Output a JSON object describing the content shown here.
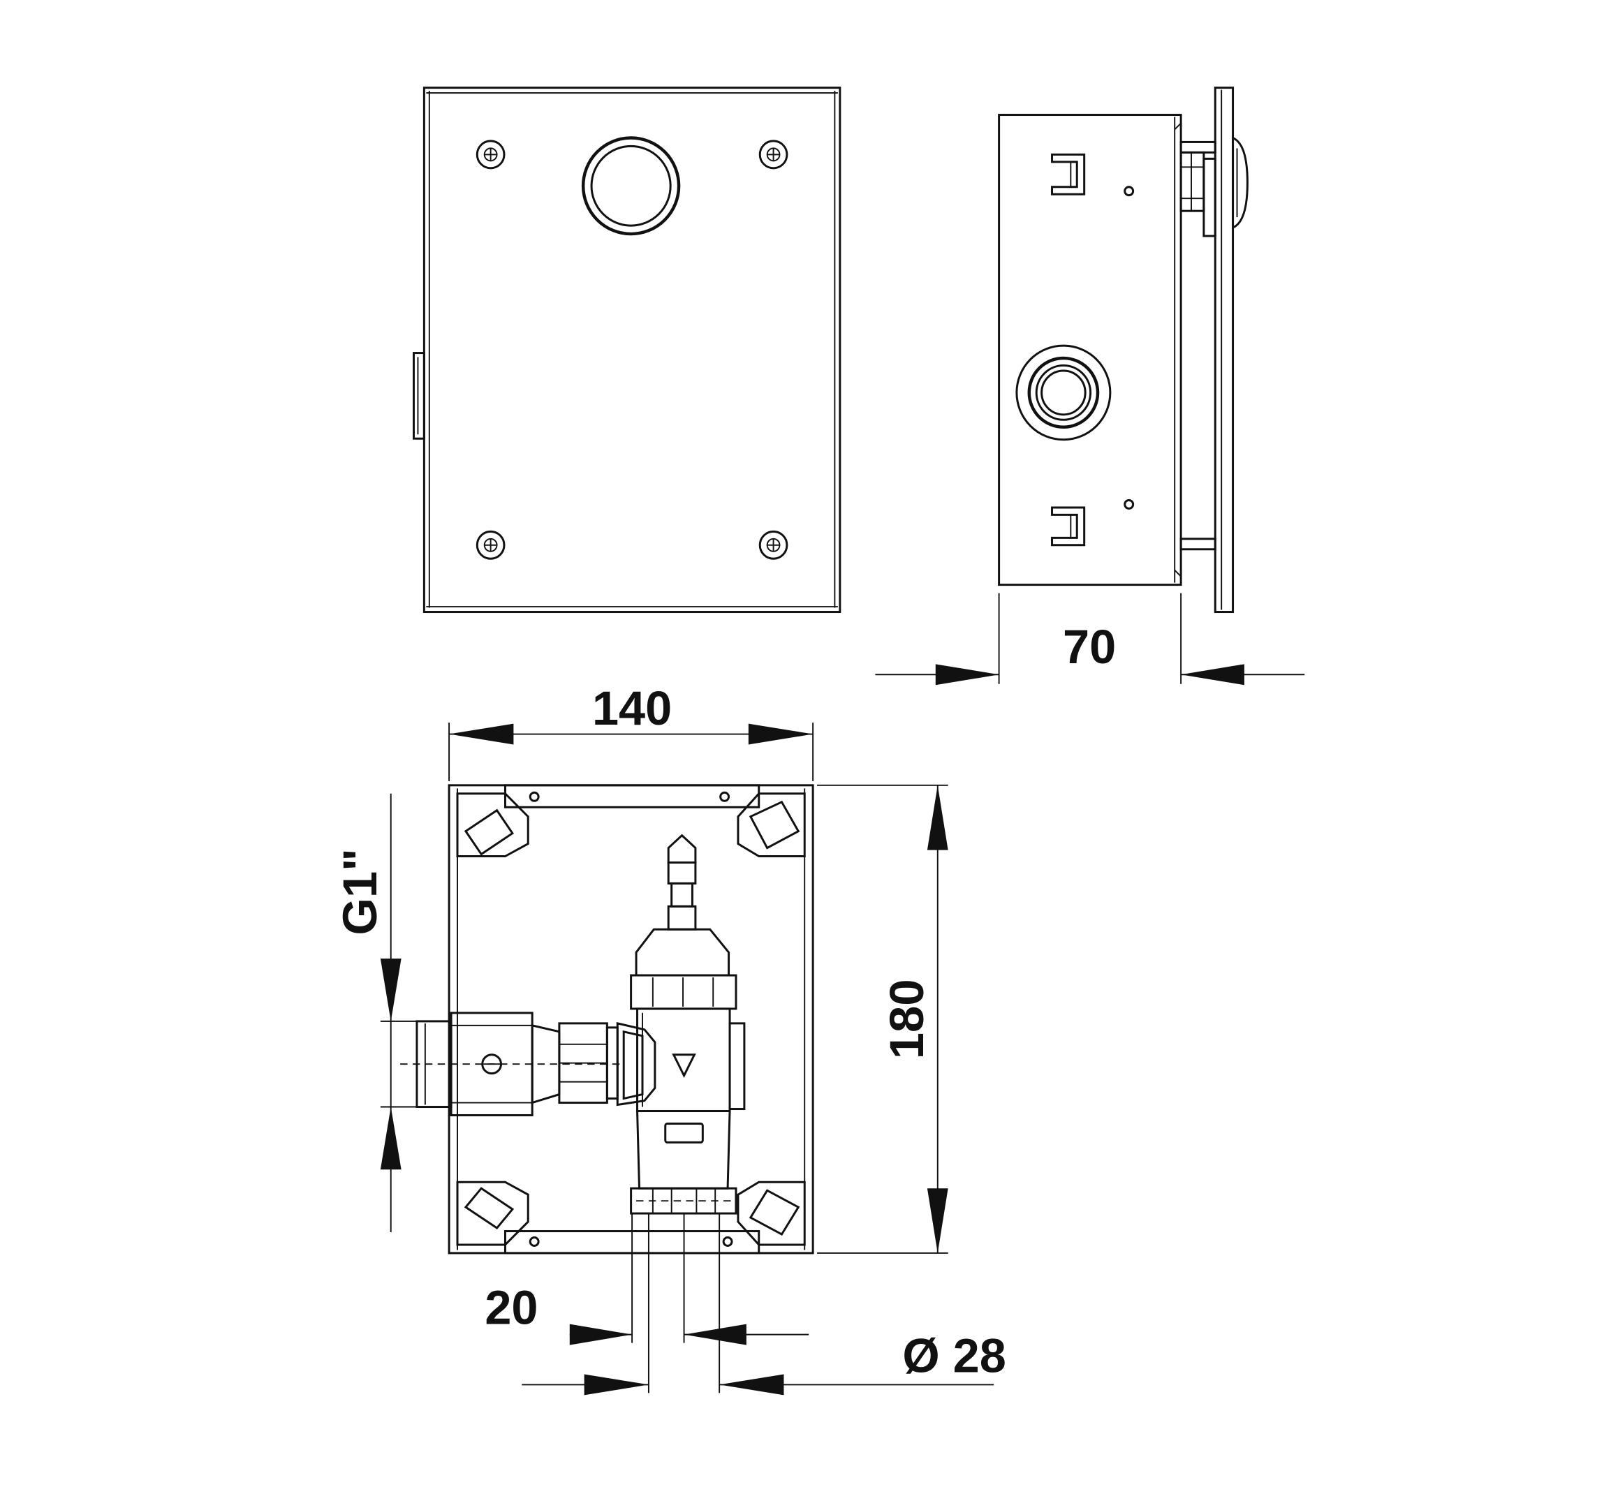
{
  "dimensions": {
    "side_depth": "70",
    "width": "140",
    "height": "180",
    "thread": "G1\"",
    "offset": "20",
    "diameter": "Ø 28"
  }
}
